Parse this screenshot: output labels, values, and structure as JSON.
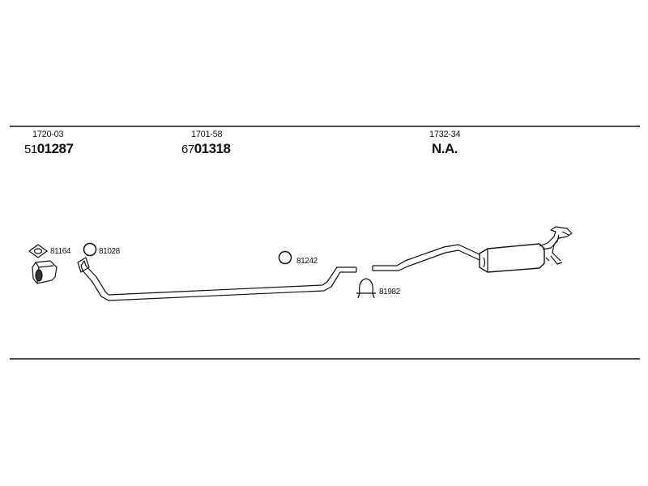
{
  "sections": [
    {
      "code": "1720-03",
      "prefix": "51",
      "number": "01287"
    },
    {
      "code": "1701-58",
      "prefix": "67",
      "number": "01318"
    },
    {
      "code": "1732-34",
      "prefix": "",
      "number": "N.A."
    }
  ],
  "parts": {
    "gasket": "81164",
    "ring_left": "81028",
    "ring_mid": "81242",
    "clamp": "81982"
  }
}
